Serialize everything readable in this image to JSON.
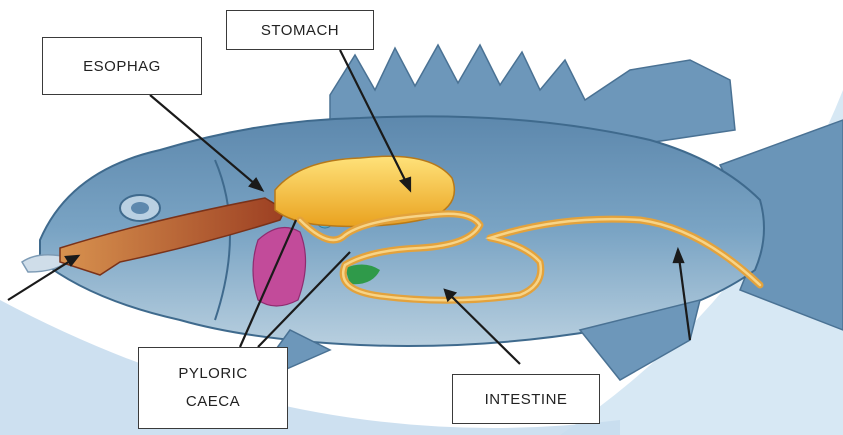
{
  "labels": {
    "esophag": "ESOPHAG",
    "stomach": "STOMACH",
    "pyloric_line1": "PYLORIC",
    "pyloric_line2": "CAECA",
    "intestine": "INTESTINE"
  },
  "colors": {
    "fish_body": "#6f9bbd",
    "fish_light": "#a9c6dc",
    "stomach": "#f2c23a",
    "esophagus": "#b5532e",
    "intestine": "#e3a23c",
    "pyloric_caeca": "#c24b9a",
    "spleen": "#2f9a4a",
    "background_wave": "#d7e8f4",
    "arrow": "#1a1a1a"
  }
}
